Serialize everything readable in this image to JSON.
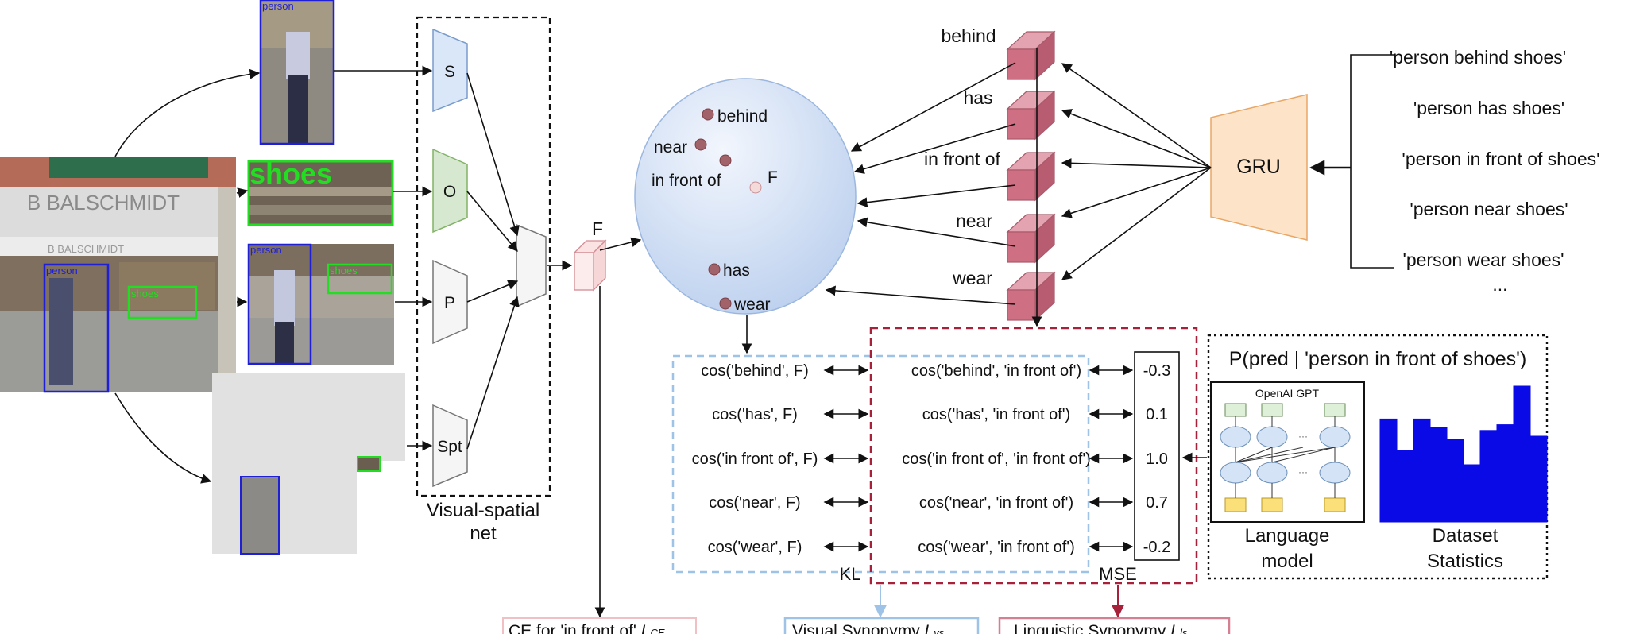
{
  "inputs": {
    "subject_tag": "person",
    "object_tag": "shoes",
    "union_subject_tag": "person",
    "union_object_tag": "shoes",
    "storefront_sign": "B BALSCHMIDT",
    "storefront_awning": "B BALSCHMIDT"
  },
  "network": {
    "branch_s": "S",
    "branch_o": "O",
    "branch_p": "P",
    "branch_spt": "Spt",
    "title_line1": "Visual-spatial",
    "title_line2": "net",
    "feature_label": "F"
  },
  "embedding_space": {
    "points": [
      "behind",
      "near",
      "in front of",
      "has",
      "wear"
    ],
    "feature_point": "F"
  },
  "predicates": [
    "behind",
    "has",
    "in front of",
    "near",
    "wear"
  ],
  "gru": {
    "label": "GRU",
    "phrases": [
      "'person behind shoes'",
      "'person has shoes'",
      "'person in front of shoes'",
      "'person near shoes'",
      "'person wear shoes'"
    ],
    "more": "..."
  },
  "visual_cos": [
    "cos('behind', F)",
    "cos('has', F)",
    "cos('in front of', F)",
    "cos('near', F)",
    "cos('wear', F)"
  ],
  "linguistic_cos": [
    "cos('behind', 'in front of')",
    "cos('has', 'in front of')",
    "cos('in front of', 'in front of')",
    "cos('near', 'in front of')",
    "cos('wear', 'in front of')"
  ],
  "prior_values": [
    "-0.3",
    "0.1",
    "1.0",
    "0.7",
    "-0.2"
  ],
  "kl_label": "KL",
  "mse_label": "MSE",
  "prior_box": {
    "title": "P(pred | 'person in front of shoes')",
    "gpt_title": "OpenAI GPT",
    "language_model_line1": "Language",
    "language_model_line2": "model",
    "dataset_line1": "Dataset",
    "dataset_line2": "Statistics",
    "histogram": [
      0.72,
      0.5,
      0.72,
      0.66,
      0.58,
      0.4,
      0.64,
      0.68,
      0.95,
      0.6
    ]
  },
  "losses": {
    "ce_text": "CE for 'in front of' ",
    "ce_sub": "CE",
    "vs_text": "Visual Synonymy ",
    "vs_sub": "vs",
    "ls_text": "Linguistic Synonymy ",
    "ls_sub": "ls",
    "loss_symbol": "L"
  },
  "colors": {
    "subject_blue": "#1f1fd6",
    "object_green": "#22dd22",
    "visual_dash": "#9ec3e6",
    "linguistic_dash": "#a8213a",
    "cube_fill": "#cf6f84",
    "gru_fill": "#fde4c8",
    "bar_fill": "#0a0ae6"
  }
}
